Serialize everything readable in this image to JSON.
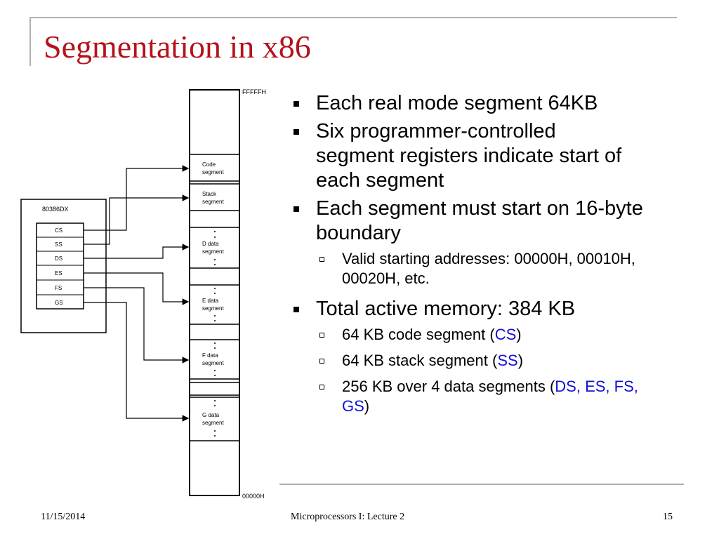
{
  "slide": {
    "title": "Segmentation in x86",
    "bullets": [
      {
        "text": "Each real mode segment 64KB"
      },
      {
        "text": "Six programmer-controlled segment registers indicate start of each segment"
      },
      {
        "text": "Each segment must start on 16-byte boundary"
      },
      {
        "text": "Valid starting addresses: 00000H, 00010H, 00020H, etc."
      },
      {
        "text": "Total active memory: 384 KB"
      },
      {
        "pre": "64 KB code segment (",
        "hl": "CS",
        "post": ")"
      },
      {
        "pre": "64 KB stack segment (",
        "hl": "SS",
        "post": ")"
      },
      {
        "pre": "256 KB over 4 data segments (",
        "hl": "DS, ES, FS, GS",
        "post": ")"
      }
    ],
    "highlight_color": "#1010d8",
    "title_color": "#b5121b"
  },
  "diagram": {
    "cpu_label": "80386DX",
    "registers": [
      "CS",
      "SS",
      "DS",
      "ES",
      "FS",
      "GS"
    ],
    "top_address": "FFFFFH",
    "bottom_address": "00000H",
    "segments": [
      {
        "line1": "Code",
        "line2": "segment"
      },
      {
        "line1": "Stack",
        "line2": "segment"
      },
      {
        "line1": "D data",
        "line2": "segment"
      },
      {
        "line1": "E data",
        "line2": "segment"
      },
      {
        "line1": "F data",
        "line2": "segment"
      },
      {
        "line1": "G data",
        "line2": "segment"
      }
    ]
  },
  "footer": {
    "date": "11/15/2014",
    "course": "Microprocessors I:  Lecture 2",
    "page": "15"
  }
}
